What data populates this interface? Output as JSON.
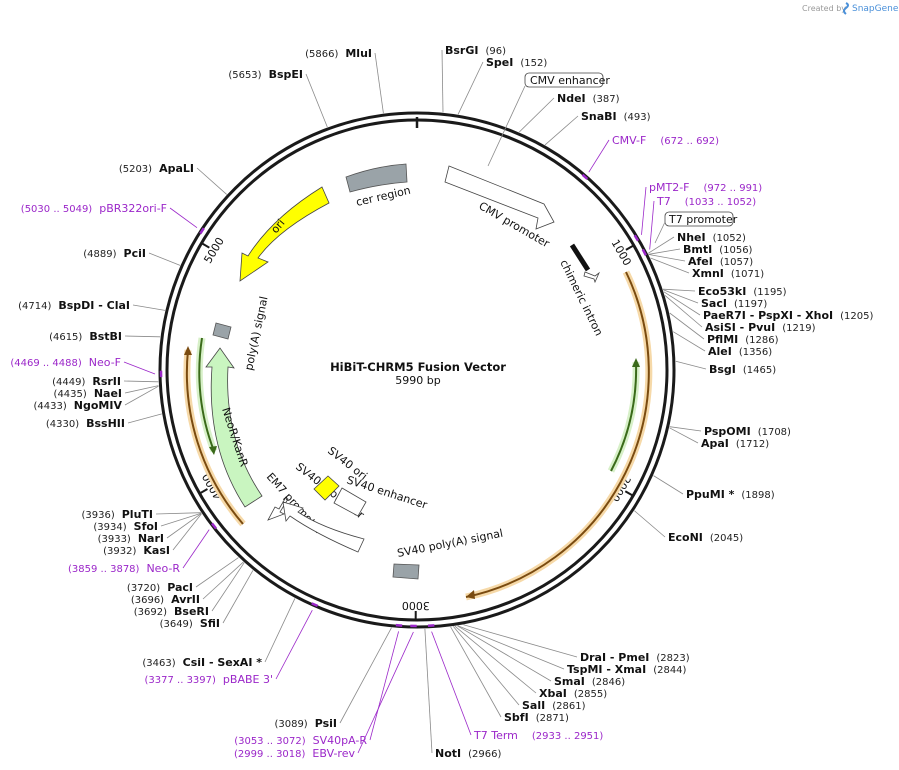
{
  "header": {
    "created_by": "Created by",
    "brand": "SnapGene"
  },
  "title": "HiBiT-CHRM5 Fusion Vector",
  "length": "5990 bp",
  "total_bp": 5990,
  "ticks": [
    "1000",
    "2000",
    "3000",
    "4000",
    "5000"
  ],
  "sites": [
    {
      "name": "BsrGI",
      "pos": "(96)",
      "bp": 96
    },
    {
      "name": "SpeI",
      "pos": "(152)",
      "bp": 152
    },
    {
      "name": "NdeI",
      "pos": "(387)",
      "bp": 387
    },
    {
      "name": "SnaBI",
      "pos": "(493)",
      "bp": 493
    },
    {
      "name": "NheI",
      "pos": "(1052)",
      "bp": 1052
    },
    {
      "name": "BmtI",
      "pos": "(1056)",
      "bp": 1056
    },
    {
      "name": "AfeI",
      "pos": "(1057)",
      "bp": 1057
    },
    {
      "name": "XmnI",
      "pos": "(1071)",
      "bp": 1071
    },
    {
      "name": "Eco53kI",
      "pos": "(1195)",
      "bp": 1195
    },
    {
      "name": "SacI",
      "pos": "(1197)",
      "bp": 1197
    },
    {
      "name": "PaeR7I  - PspXI  - XhoI",
      "pos": "(1205)",
      "bp": 1205
    },
    {
      "name": "AsiSI  - PvuI",
      "pos": "(1219)",
      "bp": 1219
    },
    {
      "name": "PflMI",
      "pos": "(1286)",
      "bp": 1286
    },
    {
      "name": "AleI",
      "pos": "(1356)",
      "bp": 1356
    },
    {
      "name": "BsgI",
      "pos": "(1465)",
      "bp": 1465
    },
    {
      "name": "PspOMI",
      "pos": "(1708)",
      "bp": 1708
    },
    {
      "name": "ApaI",
      "pos": "(1712)",
      "bp": 1712
    },
    {
      "name": "PpuMI *",
      "pos": "(1898)",
      "bp": 1898
    },
    {
      "name": "EcoNI",
      "pos": "(2045)",
      "bp": 2045
    },
    {
      "name": "DraI  - PmeI",
      "pos": "(2823)",
      "bp": 2823
    },
    {
      "name": "TspMI  - XmaI",
      "pos": "(2844)",
      "bp": 2844
    },
    {
      "name": "SmaI",
      "pos": "(2846)",
      "bp": 2846
    },
    {
      "name": "XbaI",
      "pos": "(2855)",
      "bp": 2855
    },
    {
      "name": "SalI",
      "pos": "(2861)",
      "bp": 2861
    },
    {
      "name": "SbfI",
      "pos": "(2871)",
      "bp": 2871
    },
    {
      "name": "NotI",
      "pos": "(2966)",
      "bp": 2966
    },
    {
      "name": "PsiI",
      "pos": "(3089)",
      "bp": 3089
    },
    {
      "name": "CsiI  - SexAI *",
      "pos": "(3463)",
      "bp": 3463
    },
    {
      "name": "SfiI",
      "pos": "(3649)",
      "bp": 3649
    },
    {
      "name": "BseRI",
      "pos": "(3692)",
      "bp": 3692
    },
    {
      "name": "AvrII",
      "pos": "(3696)",
      "bp": 3696
    },
    {
      "name": "PacI",
      "pos": "(3720)",
      "bp": 3720
    },
    {
      "name": "KasI",
      "pos": "(3932)",
      "bp": 3932
    },
    {
      "name": "NarI",
      "pos": "(3933)",
      "bp": 3933
    },
    {
      "name": "SfoI",
      "pos": "(3934)",
      "bp": 3934
    },
    {
      "name": "PluTI",
      "pos": "(3936)",
      "bp": 3936
    },
    {
      "name": "BssHII",
      "pos": "(4330)",
      "bp": 4330
    },
    {
      "name": "NgoMIV",
      "pos": "(4433)",
      "bp": 4433
    },
    {
      "name": "NaeI",
      "pos": "(4435)",
      "bp": 4435
    },
    {
      "name": "RsrII",
      "pos": "(4449)",
      "bp": 4449
    },
    {
      "name": "BstBI",
      "pos": "(4615)",
      "bp": 4615
    },
    {
      "name": "BspDI  - ClaI",
      "pos": "(4714)",
      "bp": 4714
    },
    {
      "name": "PciI",
      "pos": "(4889)",
      "bp": 4889
    },
    {
      "name": "ApaLI",
      "pos": "(5203)",
      "bp": 5203
    },
    {
      "name": "BspEI",
      "pos": "(5653)",
      "bp": 5653
    },
    {
      "name": "MluI",
      "pos": "(5866)",
      "bp": 5866
    }
  ],
  "primers": [
    {
      "name": "CMV-F",
      "range": "(672 .. 692)",
      "bp": 682
    },
    {
      "name": "pMT2-F",
      "range": "(972 .. 991)",
      "bp": 981
    },
    {
      "name": "T7",
      "range": "(1033 .. 1052)",
      "bp": 1042
    },
    {
      "name": "T7 Term",
      "range": "(2933 .. 2951)",
      "bp": 2942
    },
    {
      "name": "EBV-rev",
      "range": "(2999 .. 3018)",
      "bp": 3008
    },
    {
      "name": "SV40pA-R",
      "range": "(3053 .. 3072)",
      "bp": 3062
    },
    {
      "name": "pBABE 3'",
      "range": "(3377 .. 3397)",
      "bp": 3387
    },
    {
      "name": "Neo-R",
      "range": "(3859 .. 3878)",
      "bp": 3868
    },
    {
      "name": "Neo-F",
      "range": "(4469 .. 4488)",
      "bp": 4478
    },
    {
      "name": "pBR322ori-F",
      "range": "(5030 .. 5049)",
      "bp": 5040
    }
  ],
  "features": {
    "cmv_enhancer": "CMV enhancer",
    "t7_promoter": "T7 promoter",
    "cmv_promoter": "CMV promoter",
    "chimeric_intron": "chimeric intron",
    "cer_region": "cer region",
    "ori": "ori",
    "polya_signal": "poly(A) signal",
    "neor_kanr": "NeoR/KanR",
    "em7_promoter": "EM7 promoter",
    "sv40_promoter": "SV40 promoter",
    "sv40_enhancer": "SV40 enhancer",
    "sv40_ori": "SV40 ori",
    "sv40_polya_signal": "SV40 poly(A) signal"
  },
  "colors": {
    "backbone": "#1a1a1a",
    "primer": "#9b27c9",
    "orf": "#e8a33a",
    "orf_inner": "#88c070",
    "neo": "#c9f5c0",
    "ori": "#ffff00",
    "gray_feature": "#9aa3a8",
    "white_feature": "#ffffff",
    "brand": "#4a90d9"
  }
}
